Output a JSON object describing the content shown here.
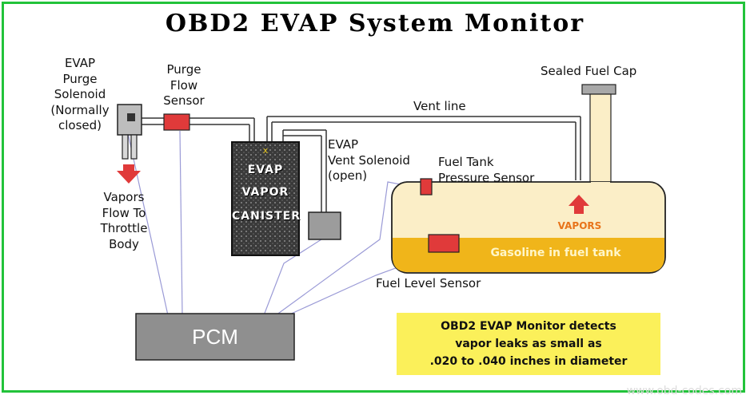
{
  "title": "OBD2 EVAP System Monitor",
  "labels": {
    "purge_solenoid": [
      "EVAP",
      "Purge",
      "Solenoid",
      "(Normally",
      "closed)"
    ],
    "purge_flow_sensor": [
      "Purge",
      "Flow",
      "Sensor"
    ],
    "vapors_flow": [
      "Vapors",
      "Flow To",
      "Throttle",
      "Body"
    ],
    "canister": [
      "EVAP",
      "VAPOR",
      "CANISTER"
    ],
    "vent_line": "Vent line",
    "vent_solenoid": [
      "EVAP",
      "Vent Solenoid",
      "(open)"
    ],
    "fuel_cap": "Sealed Fuel Cap",
    "tank_pressure_sensor": [
      "Fuel Tank",
      "Pressure Sensor"
    ],
    "vapors": "VAPORS",
    "gasoline": "Gasoline in fuel tank",
    "fuel_level_sensor": "Fuel Level Sensor",
    "pcm": "PCM"
  },
  "note": [
    "OBD2 EVAP Monitor detects",
    "vapor leaks as small as",
    ".020 to .040 inches in diameter"
  ],
  "watermark": "www.obd-codes.com",
  "colors": {
    "border": "#22c33a",
    "sensor_red": "#e03a3a",
    "gasoline": "#f0b51a",
    "vapor_fill": "#fbeec7",
    "note_bg": "#fbf05a",
    "pcm": "#8f8f8f"
  }
}
